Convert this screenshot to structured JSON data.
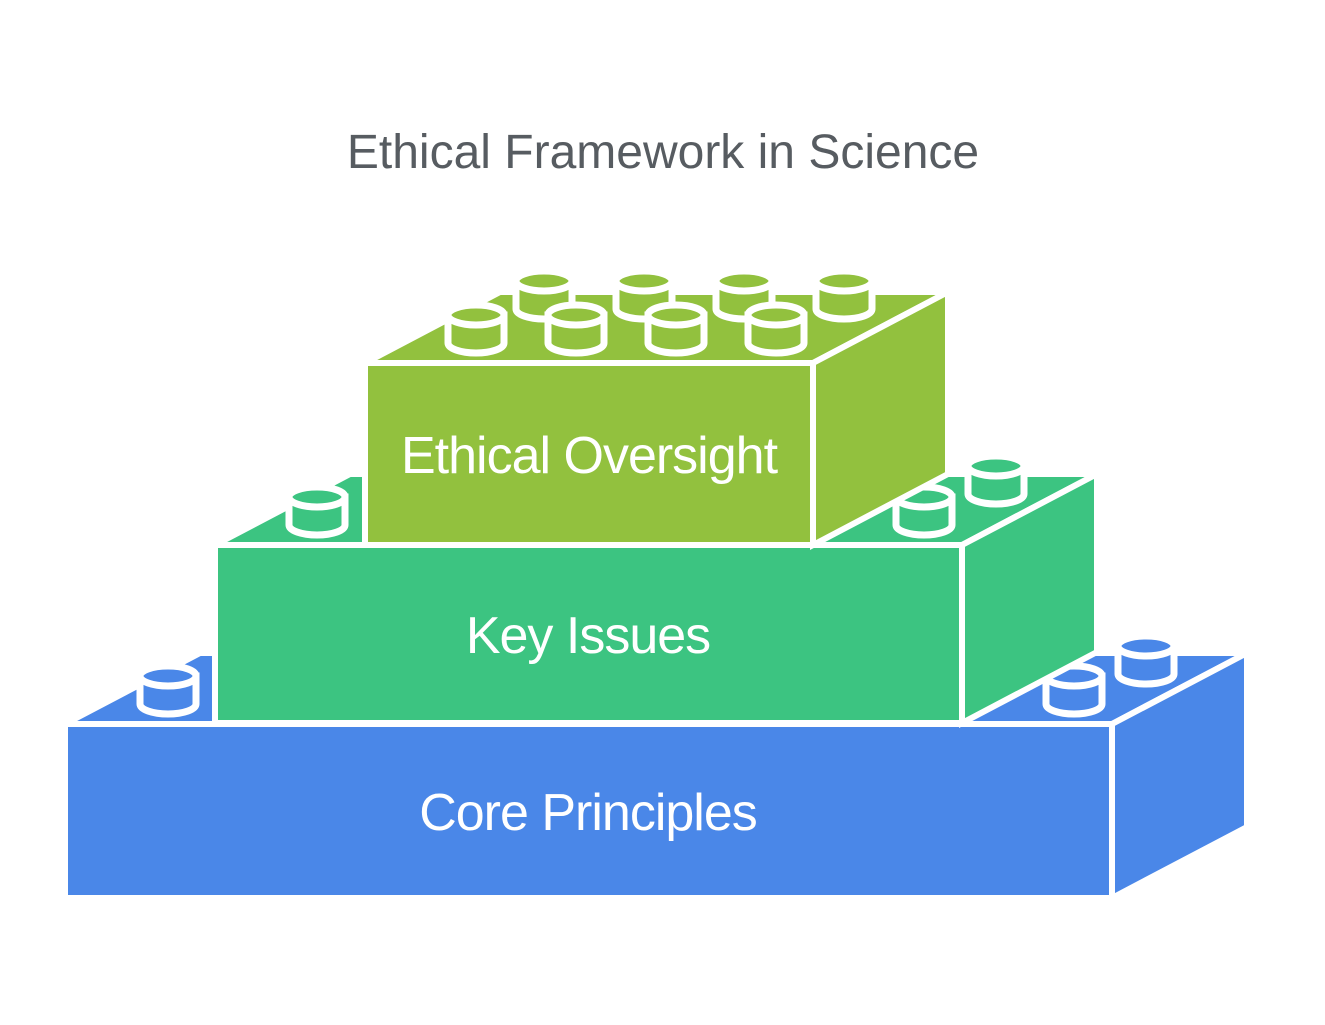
{
  "title": "Ethical Framework in Science",
  "colors": {
    "lime": "#92c13e",
    "teal": "#3cc481",
    "blue": "#4a87e8",
    "title_text": "#575c61",
    "label_text": "#ffffff",
    "edge": "#ffffff",
    "background": "#ffffff"
  },
  "bricks": [
    {
      "label": "Ethical Oversight",
      "color": "#92c13e",
      "level": "top",
      "visible_studs": 8
    },
    {
      "label": "Key Issues",
      "color": "#3cc481",
      "level": "middle",
      "visible_studs": 3
    },
    {
      "label": "Core Principles",
      "color": "#4a87e8",
      "level": "bottom",
      "visible_studs": 3
    }
  ]
}
